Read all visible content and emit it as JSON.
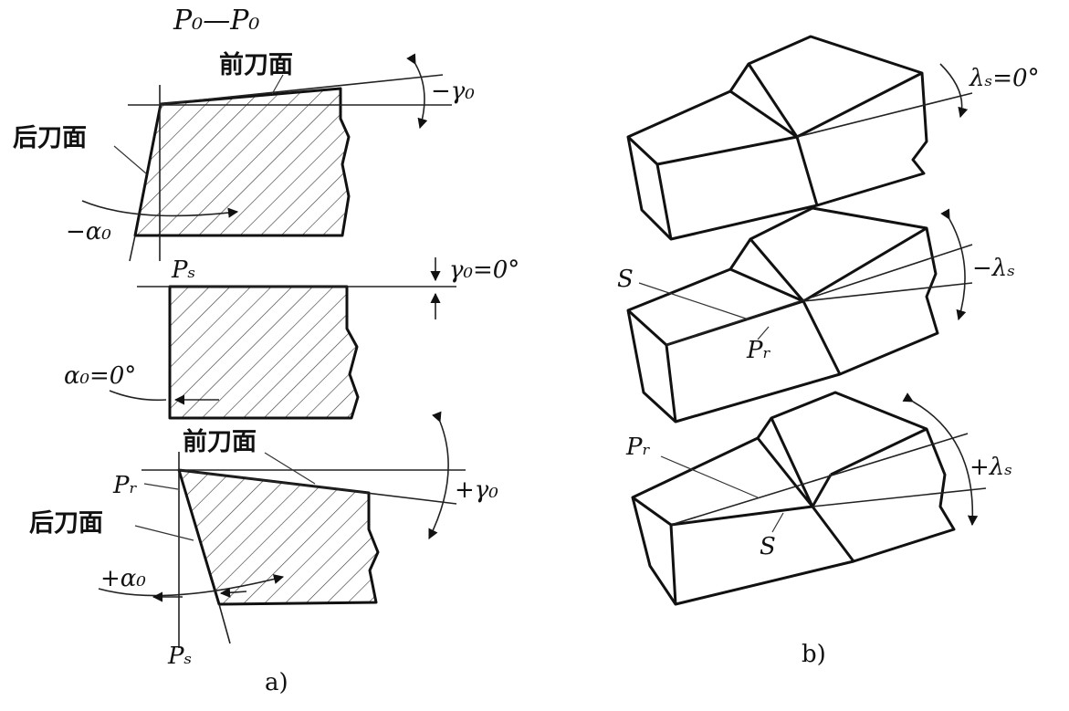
{
  "panel_a": {
    "caption": "a)",
    "section_title": "P₀—P₀",
    "top": {
      "rake_face": "前刀面",
      "flank_face": "后刀面",
      "rake_angle": "−γ₀",
      "clearance_angle": "−α₀"
    },
    "middle": {
      "plane": "Pₛ",
      "rake_angle": "γ₀=0°",
      "clearance_angle": "α₀=0°"
    },
    "bottom": {
      "rake_face": "前刀面",
      "plane_r": "Pᵣ",
      "flank_face": "后刀面",
      "rake_angle": "+γ₀",
      "clearance_angle": "+α₀",
      "plane_s": "Pₛ"
    }
  },
  "panel_b": {
    "caption": "b)",
    "top": {
      "inclination_angle": "λₛ=0°"
    },
    "middle": {
      "edge_label": "S",
      "plane": "Pᵣ",
      "inclination_angle": "−λₛ"
    },
    "bottom": {
      "plane": "Pᵣ",
      "edge_label": "S",
      "inclination_angle": "+λₛ"
    }
  }
}
